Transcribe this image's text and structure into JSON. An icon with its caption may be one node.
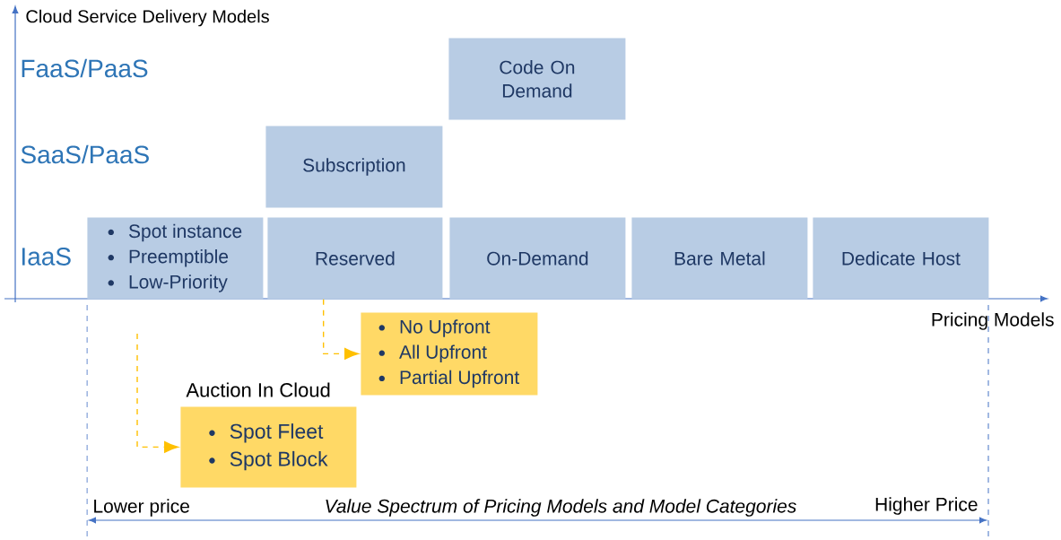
{
  "diagram": {
    "nodes": [
      {
        "text": [
          "Code On Demand"
        ]
      },
      {
        "text": [
          "Subscription"
        ]
      },
      {
        "text": [
          "Spot instance",
          "Preemptible",
          "Low-Priority"
        ]
      },
      {
        "text": [
          "Reserved"
        ]
      },
      {
        "text": [
          "On-Demand"
        ]
      },
      {
        "text": [
          "Bare Metal"
        ]
      },
      {
        "text": [
          "Dedicate Host"
        ]
      },
      {
        "text": [
          "No Upfront",
          "All Upfront",
          "Partial Upfront"
        ]
      },
      {
        "text": [
          "Auction In Cloud",
          "Spot Fleet",
          "Spot Block"
        ]
      }
    ],
    "edges": [
      {
        "from": 3,
        "to": 7,
        "arrow": "to",
        "style": "dashed"
      },
      {
        "from": null,
        "to": 8,
        "arrow": "to",
        "style": "dashed"
      }
    ],
    "labels": [
      "Cloud Service Delivery Models",
      "FaaS/PaaS",
      "SaaS/PaaS",
      "IaaS",
      "Pricing Models",
      "Lower price",
      "Value Spectrum of Pricing Models and Model Categories",
      "Higher Price"
    ]
  }
}
